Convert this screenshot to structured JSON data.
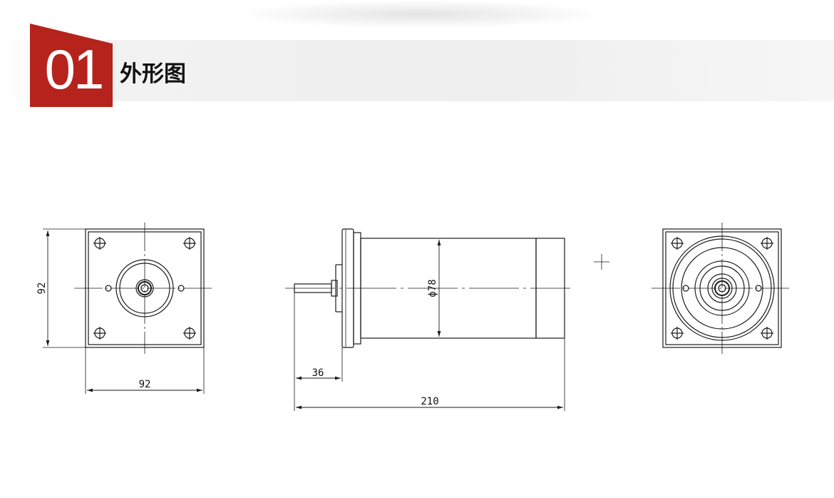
{
  "section": {
    "number": "01",
    "title": "外形图"
  },
  "drawing": {
    "front_view": {
      "height_label": "92",
      "width_label": "92"
    },
    "side_view": {
      "diameter_label": "ϕ78",
      "shaft_length_label": "36",
      "total_length_label": "210"
    }
  },
  "colors": {
    "accent": "#b6231c",
    "line": "#1a1a1a"
  }
}
